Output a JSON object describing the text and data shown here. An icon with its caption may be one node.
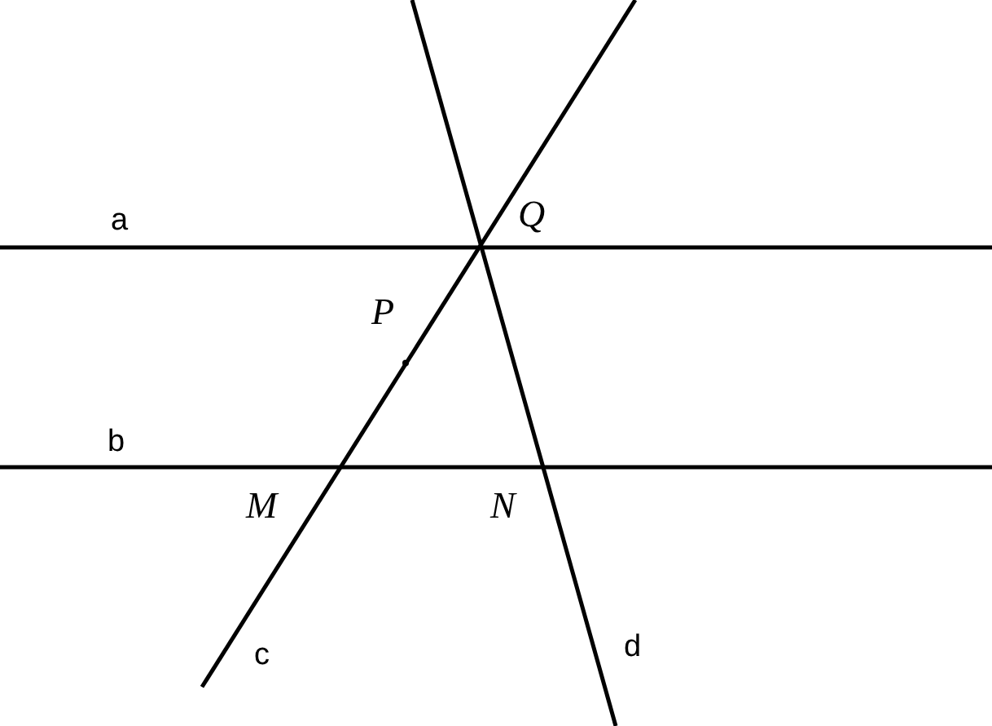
{
  "diagram": {
    "labels": [
      "a",
      "Q",
      "P",
      "b",
      "M",
      "N",
      "c",
      "d"
    ]
  }
}
